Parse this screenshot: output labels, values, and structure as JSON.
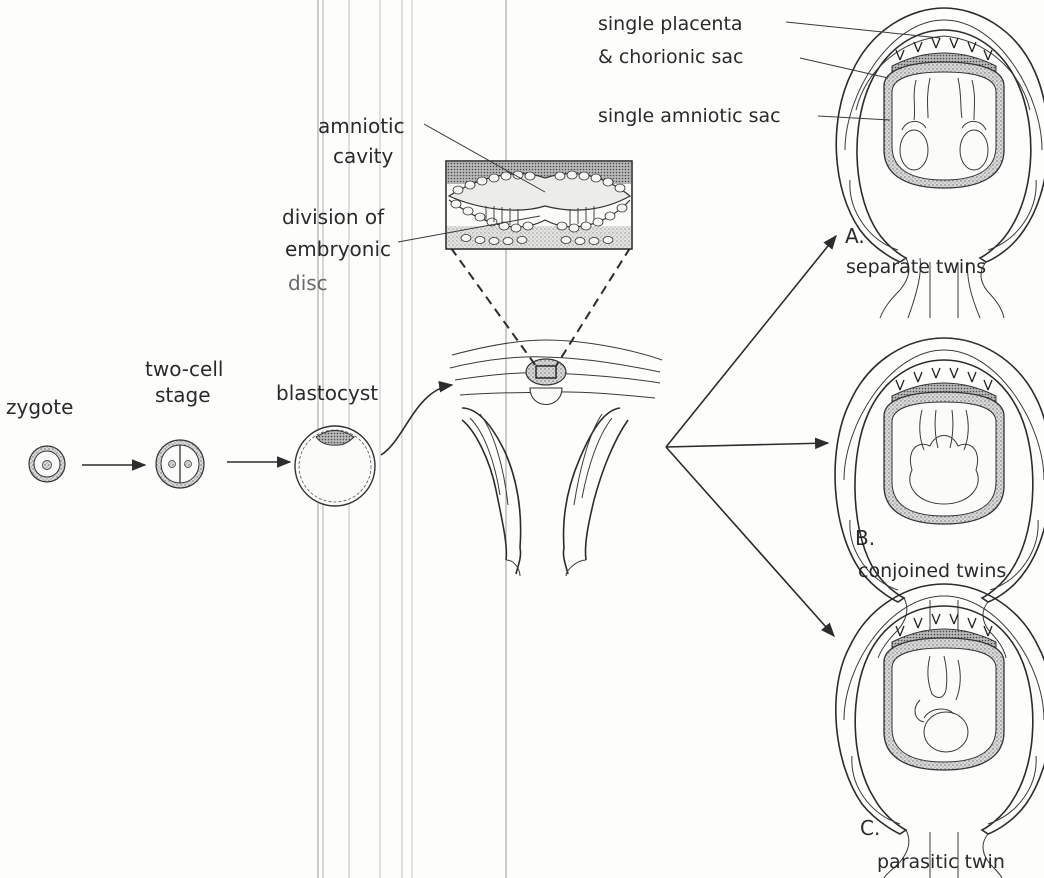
{
  "labels": {
    "zygote": "zygote",
    "two_cell_1": "two-cell",
    "two_cell_2": "stage",
    "blastocyst": "blastocyst",
    "amniotic_1": "amniotic",
    "amniotic_2": "cavity",
    "division_1": "division of",
    "division_2": "embryonic",
    "division_3": "disc",
    "placenta_1": "single placenta",
    "placenta_2": "& chorionic sac",
    "amniotic_sac": "single amniotic sac",
    "a_letter": "A.",
    "a_caption": "separate twins",
    "b_letter": "B.",
    "b_caption": "conjoined twins",
    "c_letter": "C.",
    "c_caption": "parasitic twin"
  }
}
